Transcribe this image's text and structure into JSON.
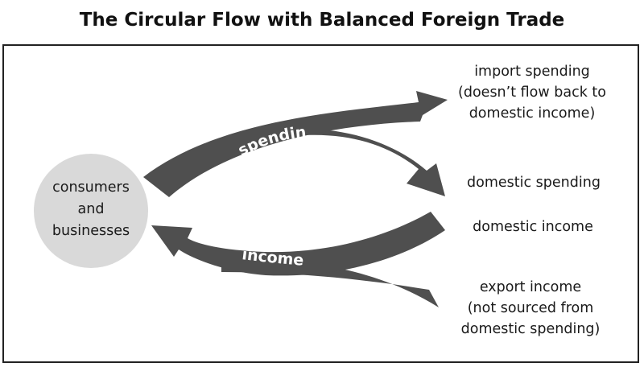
{
  "title": "The Circular Flow with Balanced Foreign Trade",
  "colors": {
    "arrow": "#4f4f4f",
    "circle": "#d9d9d9",
    "frame": "#222222",
    "arrow_text": "#ffffff"
  },
  "circle": {
    "lines": [
      "consumers",
      "and",
      "businesses"
    ]
  },
  "arrows": {
    "spending_label": "spending",
    "income_label": "income"
  },
  "destinations": {
    "import_spending": [
      "import spending",
      "(doesn’t flow back to",
      "domestic income)"
    ],
    "domestic_spending": [
      "domestic spending"
    ],
    "domestic_income": [
      "domestic income"
    ],
    "export_income": [
      "export income",
      "(not sourced from",
      "domestic spending)"
    ]
  }
}
